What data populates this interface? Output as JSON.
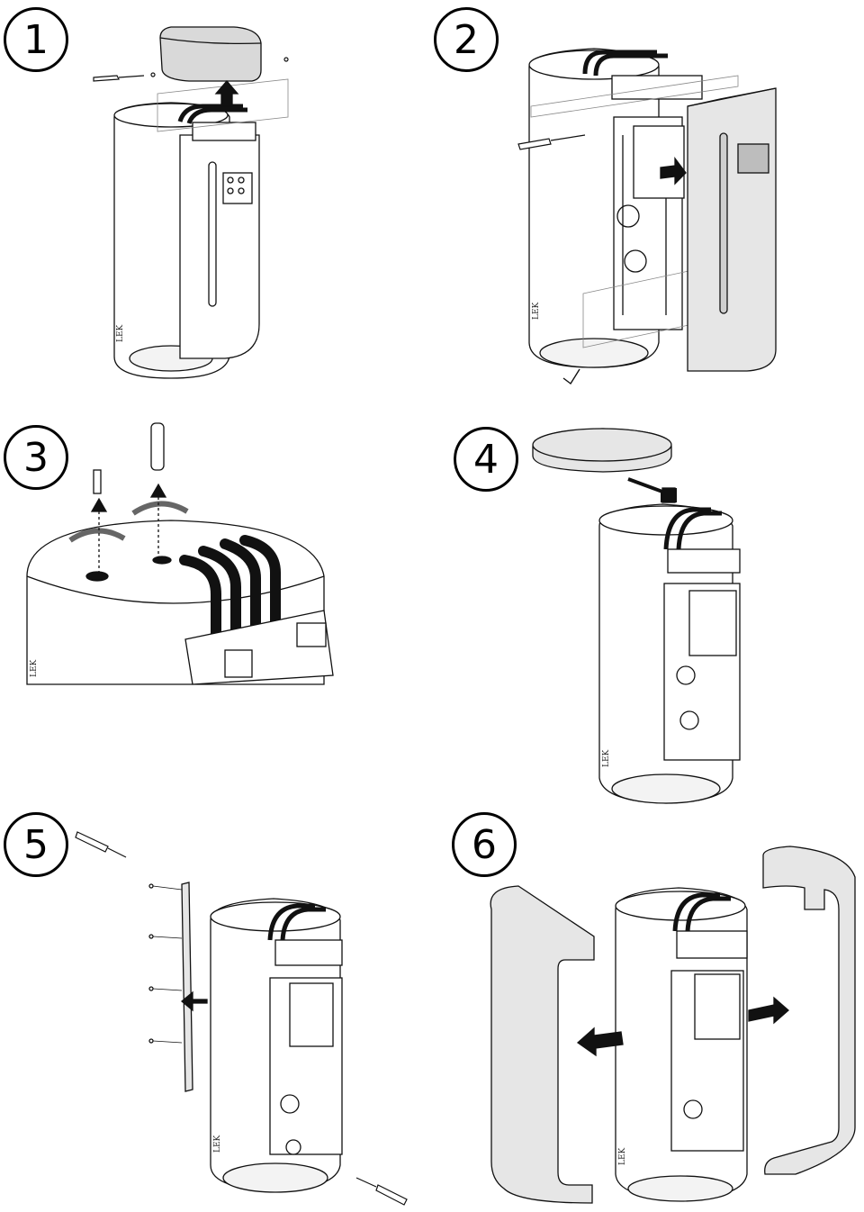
{
  "steps": [
    {
      "number": "1",
      "brand": "LEK"
    },
    {
      "number": "2",
      "brand": "LEK"
    },
    {
      "number": "3",
      "brand": "LEK"
    },
    {
      "number": "4",
      "brand": "LEK"
    },
    {
      "number": "5",
      "brand": "LEK"
    },
    {
      "number": "6",
      "brand": "LEK"
    }
  ],
  "colors": {
    "line": "#111111",
    "panel_fill": "#e6e6e6",
    "panel_dark": "#bdbdbd",
    "body_fill": "#ffffff",
    "arrow": "#111111"
  },
  "icons": [
    "screwdriver-icon",
    "arrow-up-icon",
    "arrow-right-icon",
    "arrow-left-icon",
    "rotate-icon",
    "allen-key-icon",
    "screw-icon"
  ]
}
